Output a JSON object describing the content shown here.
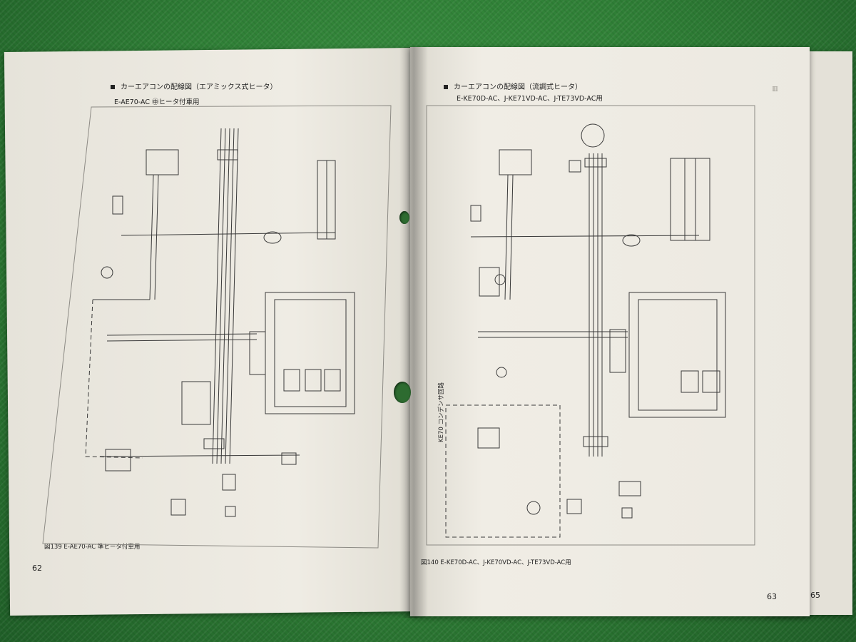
{
  "left_page": {
    "heading": "カーエアコンの配線図（エアミックス式ヒータ）",
    "subheading": "E-AE70-AC ㊥ヒータ付車用",
    "caption": "図139 E-AE70-AC 準ヒータ付車用",
    "page_number": "62"
  },
  "right_page": {
    "heading": "カーエアコンの配線図（流調式ヒータ）",
    "subheading": "E-KE70D-AC、J-KE71VD-AC、J-TE73VD-AC用",
    "caption": "図140 E-KE70D-AC、J-KE70VD-AC、J-TE73VD-AC用",
    "page_number": "63",
    "inset_label": "KE70 コンデンサ回路"
  },
  "back_page": {
    "page_number": "65"
  },
  "colors": {
    "grass": "#2f7f36",
    "paper": "#edeae2",
    "ink": "#222222"
  }
}
